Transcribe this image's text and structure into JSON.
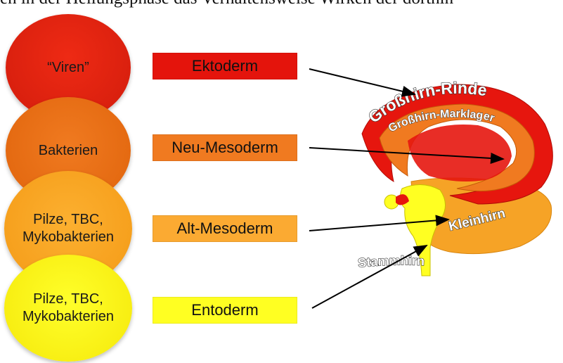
{
  "caption": "en in der Heilungsphase das Verhaltensweise Wirken der dorthin",
  "circles": [
    {
      "label": "“Viren”"
    },
    {
      "label": "Bakterien"
    },
    {
      "label_line1": "Pilze, TBC,",
      "label_line2": "Mykobakterien"
    },
    {
      "label_line1": "Pilze, TBC,",
      "label_line2": "Mykobakterien"
    }
  ],
  "germ_layers": [
    {
      "label": "Ektoderm",
      "color": "#e4140c"
    },
    {
      "label": "Neu-Mesoderm",
      "color": "#f07a20"
    },
    {
      "label": "Alt-Mesoderm",
      "color": "#fbaa32"
    },
    {
      "label": "Entoderm",
      "color": "#ffff22"
    }
  ],
  "brain_regions": {
    "cortex": "Großhirn-Rinde",
    "medulla": "Großhirn-Marklager",
    "cerebellum": "Kleinhirn",
    "brainstem": "Stammhirn"
  }
}
